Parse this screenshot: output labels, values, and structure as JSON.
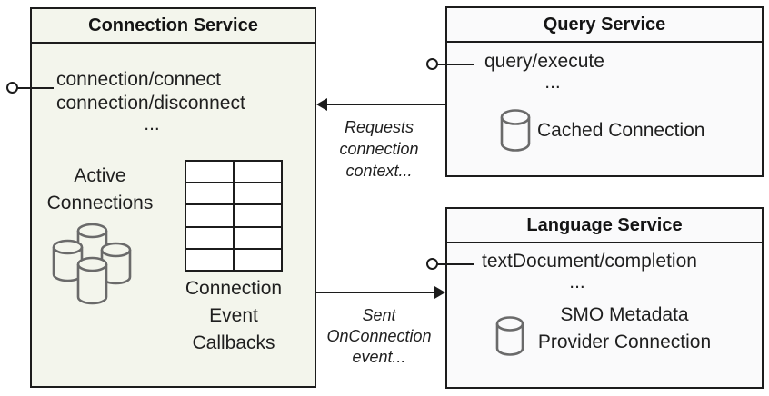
{
  "colors": {
    "connection_box_fill": "#f3f5ec",
    "service_box_fill": "#fafafb",
    "border": "#1c1c1c",
    "icon_stroke": "#6a6a6a",
    "text": "#1f1f1f"
  },
  "connection_service": {
    "title": "Connection Service",
    "methods": [
      "connection/connect",
      "connection/disconnect"
    ],
    "ellipsis": "...",
    "active_connections_label": "Active\nConnections",
    "callbacks_label": "Connection\nEvent\nCallbacks"
  },
  "query_service": {
    "title": "Query Service",
    "methods": [
      "query/execute"
    ],
    "ellipsis": "...",
    "cached_connection_label": "Cached Connection"
  },
  "language_service": {
    "title": "Language Service",
    "methods": [
      "textDocument/completion"
    ],
    "ellipsis": "...",
    "smo_label": "SMO Metadata\nProvider Connection"
  },
  "annotations": {
    "requests_label": "Requests\nconnection\ncontext...",
    "sent_label": "Sent\nOnConnection\nevent..."
  }
}
